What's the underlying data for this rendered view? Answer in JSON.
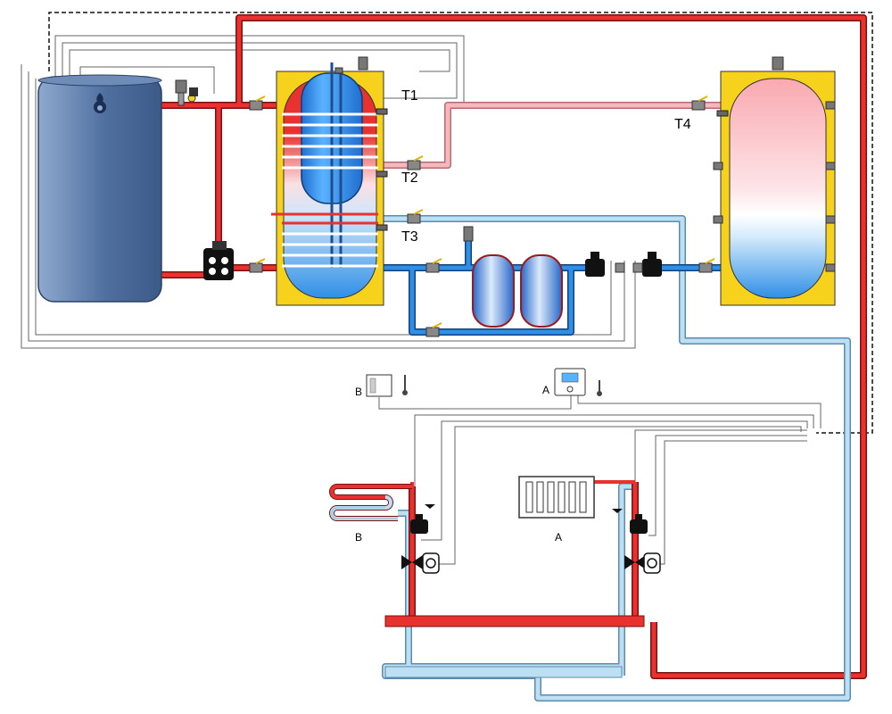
{
  "labels": {
    "t1": "T1",
    "t2": "T2",
    "t3": "T3",
    "t4": "T4",
    "room_unit_b": "B",
    "room_unit_a": "A",
    "floor_circuit": "B",
    "radiator_circuit": "A"
  },
  "colors": {
    "hot": "#e8322f",
    "hot_light": "#f2a6ab",
    "cold": "#2f8fe6",
    "cold_light": "#bcdff2",
    "jacket": "#f7d21c",
    "boiler": "#4f6f9f",
    "black": "#111111"
  },
  "icons": {
    "boiler": "flame-icon",
    "thermometer": "thermometer-icon",
    "valve": "ball-valve-icon",
    "pump": "circulation-pump-icon",
    "mixer": "three-way-mixing-valve-icon"
  }
}
